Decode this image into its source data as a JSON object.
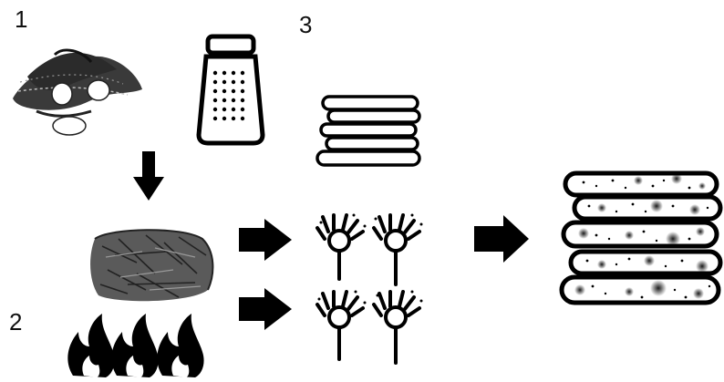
{
  "steps": {
    "one": "1",
    "two": "2",
    "three": "3"
  },
  "icons": {
    "roots": "cassava-roots-icon",
    "grater": "grater-icon",
    "grated_pile": "grated-pulp-icon",
    "fire": "fire-icon",
    "sticks": "dough-sticks-icon",
    "fermenting": "fermenting-bubbles-icon",
    "final": "speckled-sticks-icon"
  },
  "colors": {
    "ink": "#000000",
    "pile": "#555555",
    "background": "#ffffff"
  }
}
